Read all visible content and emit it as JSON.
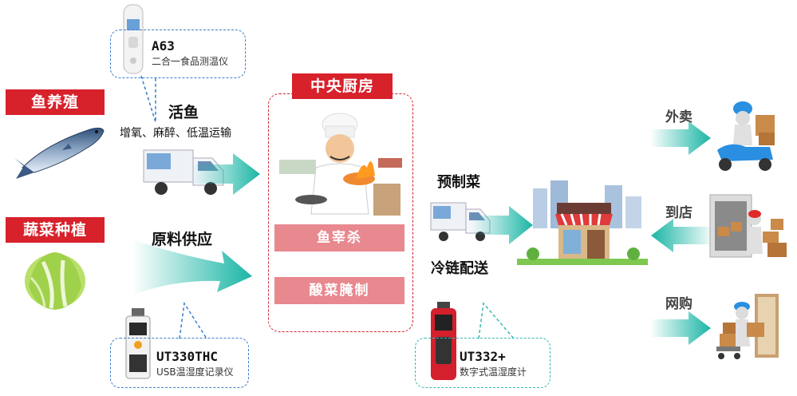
{
  "sources": {
    "fish_farming": "鱼养殖",
    "vegetable_planting": "蔬菜种植"
  },
  "devices": {
    "a63": {
      "model": "A63",
      "desc": "二合一食品测温仪"
    },
    "ut330thc": {
      "model": "UT330THC",
      "desc": "USB温湿度记录仪"
    },
    "ut332": {
      "model": "UT332+",
      "desc": "数字式温湿度计"
    }
  },
  "flow": {
    "live_fish": "活鱼",
    "live_fish_desc": "增氧、麻醉、低温运输",
    "raw_supply": "原料供应",
    "prepared_dish": "预制菜",
    "cold_chain": "冷链配送"
  },
  "kitchen": {
    "title": "中央厨房",
    "items": [
      "鱼宰杀",
      "酸菜腌制"
    ]
  },
  "channels": {
    "takeaway": "外卖",
    "in_store": "到店",
    "online": "网购"
  },
  "colors": {
    "red": "#d7212b",
    "pink": "#e8888f",
    "teal": "#1ab5a5",
    "blue_dash": "#3a7fd0"
  }
}
